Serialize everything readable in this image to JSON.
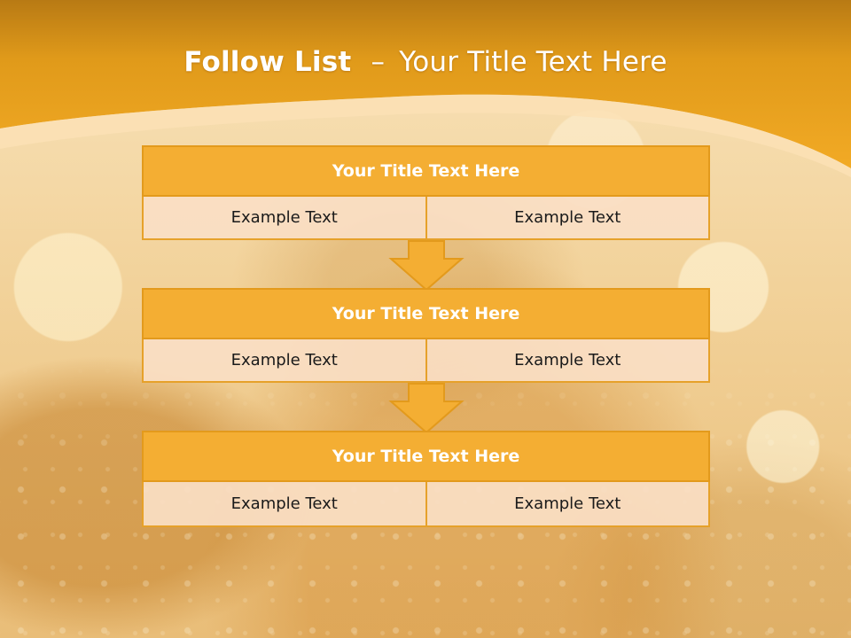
{
  "slide": {
    "title_bold": "Follow List",
    "title_separator": "–",
    "title_rest": "Your Title Text Here"
  },
  "blocks": [
    {
      "title": "Your Title Text Here",
      "left": "Example Text",
      "right": "Example Text"
    },
    {
      "title": "Your Title Text Here",
      "left": "Example Text",
      "right": "Example Text"
    },
    {
      "title": "Your Title Text Here",
      "left": "Example Text",
      "right": "Example Text"
    }
  ],
  "colors": {
    "accent": "#f4ae33",
    "header_band": "#eea31f",
    "cell_fill": "#fadec4",
    "border": "#e6a12a"
  },
  "icons": [
    "down-arrow-icon",
    "down-arrow-icon"
  ]
}
